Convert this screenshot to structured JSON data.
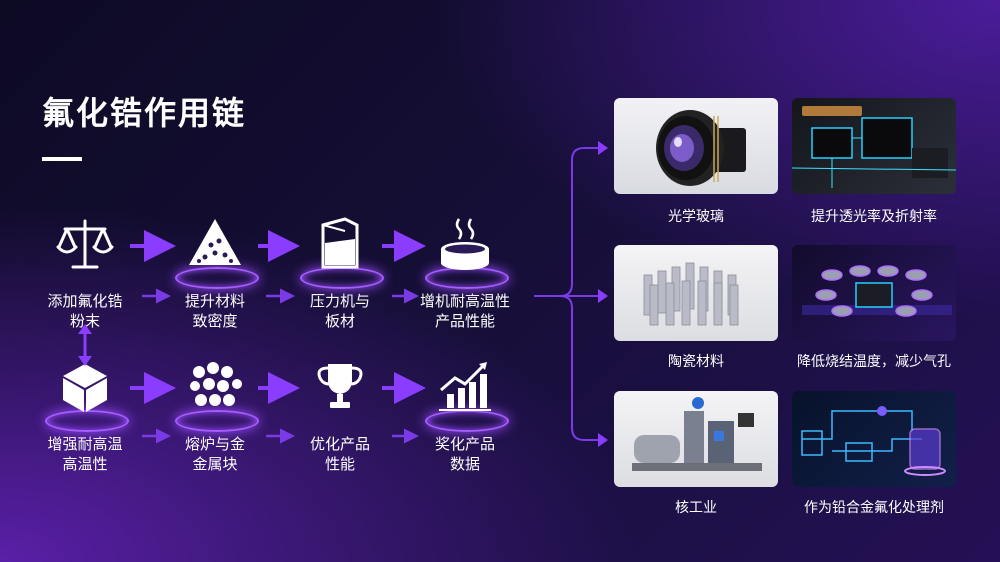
{
  "title": "氟化锆作用链",
  "chain_top": [
    {
      "label": "添加氟化锆粉末",
      "icon": "balance-scale-icon"
    },
    {
      "label": "提升材料致密度",
      "icon": "density-pile-icon"
    },
    {
      "label": "压力机与板材",
      "icon": "press-block-icon"
    },
    {
      "label": "增机耐高温性产品性能",
      "icon": "heat-resistant-disc-icon"
    }
  ],
  "chain_bottom": [
    {
      "label": "增强耐高温高温性",
      "icon": "cube-icon"
    },
    {
      "label": "熔炉与金金属块",
      "icon": "metal-chunks-icon"
    },
    {
      "label": "优化产品性能",
      "icon": "trophy-icon"
    },
    {
      "label": "奖化产品数据",
      "icon": "growth-chart-icon"
    }
  ],
  "labels_display": {
    "t0": [
      "添加氟化锆",
      "粉末"
    ],
    "t1": [
      "提升材料",
      "致密度"
    ],
    "t2": [
      "压力机与",
      "板材"
    ],
    "t3": [
      "增机耐高温性",
      "产品性能"
    ],
    "b0": [
      "增强耐高温",
      "高温性"
    ],
    "b1": [
      "熔炉与金",
      "金属块"
    ],
    "b2": [
      "优化产品",
      "性能"
    ],
    "b3": [
      "奖化产品",
      "数据"
    ]
  },
  "applications": [
    {
      "left": "光学玻璃",
      "right": "提升透光率及折射率",
      "left_image": "camera-lens-image",
      "right_image": "circuit-board-image"
    },
    {
      "left": "陶瓷材料",
      "right": "降低烧结温度，减少气孔",
      "left_image": "ceramic-pillars-image",
      "right_image": "chip-array-image"
    },
    {
      "left": "核工业",
      "right": "作为铅合金氟化处理剂",
      "left_image": "industrial-machine-image",
      "right_image": "reactor-diagram-image"
    }
  ],
  "colors": {
    "accent": "#8a3cff",
    "glow": "#b06bff",
    "bg_dark": "#0d0a24"
  }
}
